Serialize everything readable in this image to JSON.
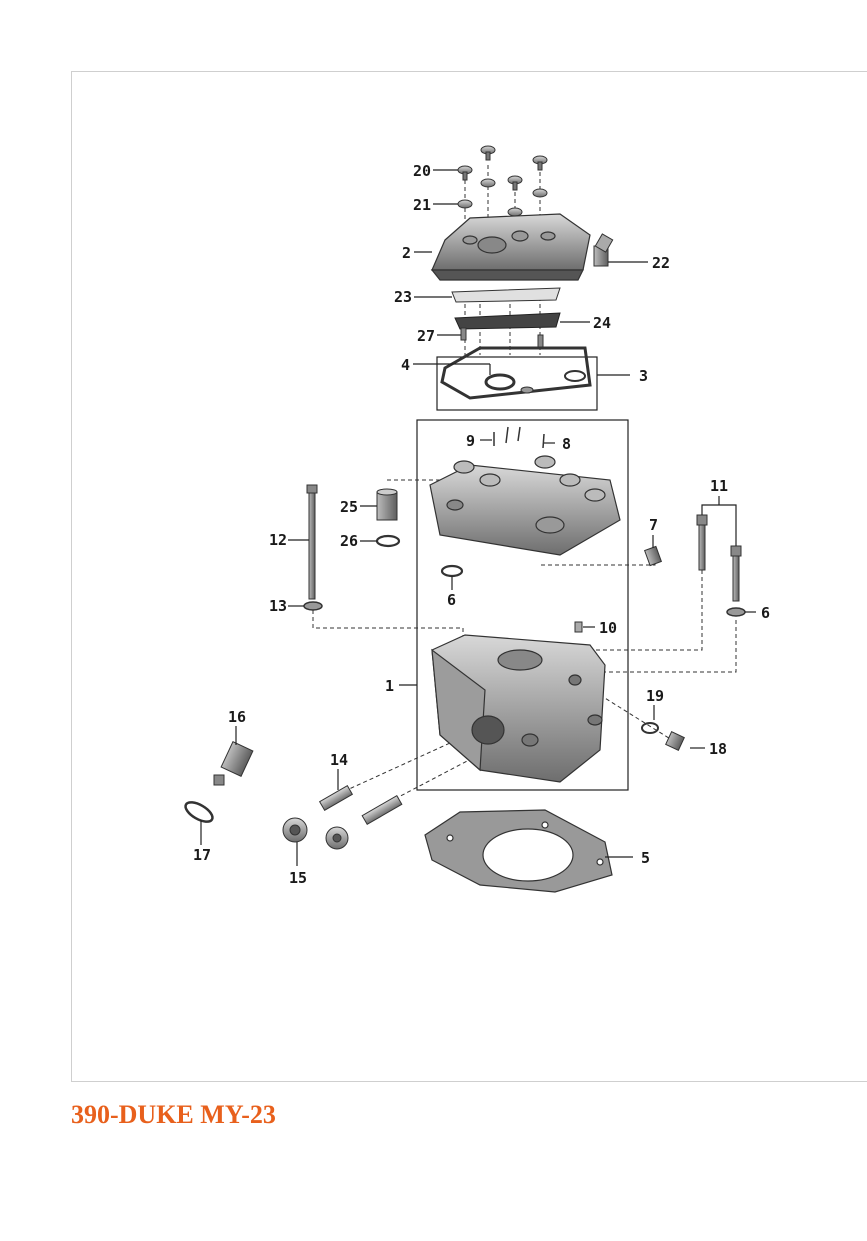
{
  "page": {
    "title": "390-DUKE MY-23",
    "title_color": "#e8601c"
  },
  "diagram": {
    "line_color": "#222222",
    "metal_light": "#c8c8c8",
    "metal_dark": "#6e6e6e",
    "callouts": [
      "1",
      "2",
      "3",
      "4",
      "5",
      "6",
      "6",
      "7",
      "8",
      "9",
      "10",
      "11",
      "12",
      "13",
      "14",
      "15",
      "16",
      "17",
      "18",
      "19",
      "20",
      "21",
      "22",
      "23",
      "24",
      "25",
      "26",
      "27"
    ]
  }
}
